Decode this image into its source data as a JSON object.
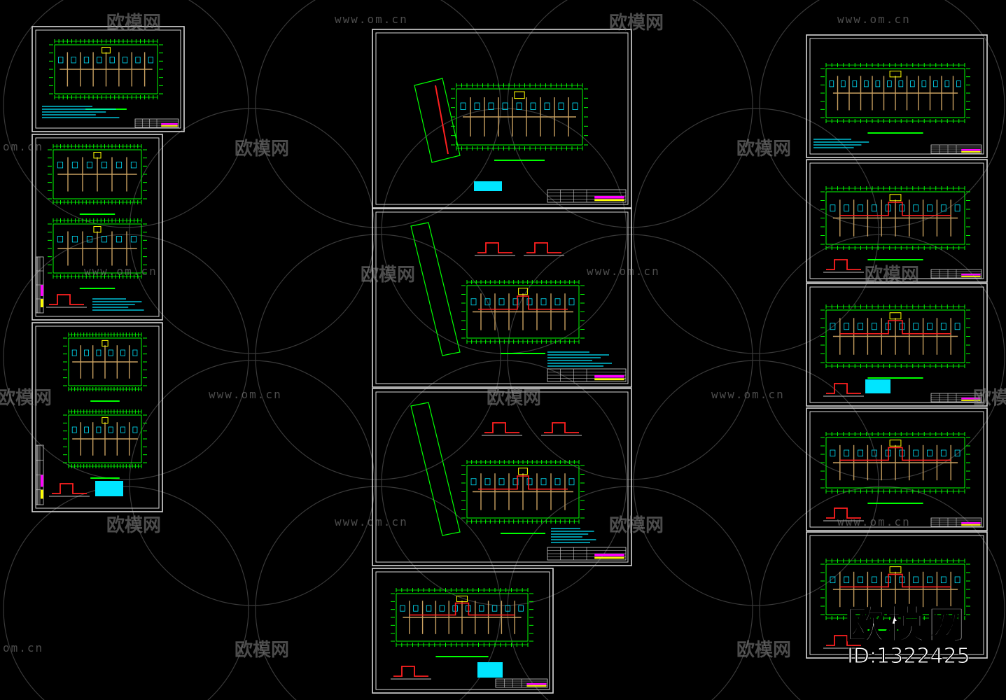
{
  "watermark": {
    "brand": "欧模网",
    "url": "www.om.cn",
    "url_fragment": "om.cn",
    "brand_fragment": "欧模网",
    "color": "#8a8a8a"
  },
  "brand_badge": {
    "name": "欧模网",
    "id_label": "ID:1322425"
  },
  "colors": {
    "background": "#000000",
    "frame": "#d8d8d8",
    "plan_outline": "#00ff00",
    "plan_fill_detail": "#c8a060",
    "plan_accent_red": "#ff2020",
    "plan_accent_cyan": "#00e5ff",
    "title_yellow": "#ffff00",
    "title_magenta": "#ff00ff"
  },
  "drawings": {
    "left_column": [
      "plan-sheet",
      "plan-sheet",
      "plan-sheet"
    ],
    "center_column": [
      "plan-sheet",
      "plan-sheet",
      "plan-sheet",
      "plan-sheet"
    ],
    "right_column": [
      "plan-sheet",
      "plan-sheet",
      "plan-sheet",
      "plan-sheet",
      "plan-sheet"
    ]
  }
}
